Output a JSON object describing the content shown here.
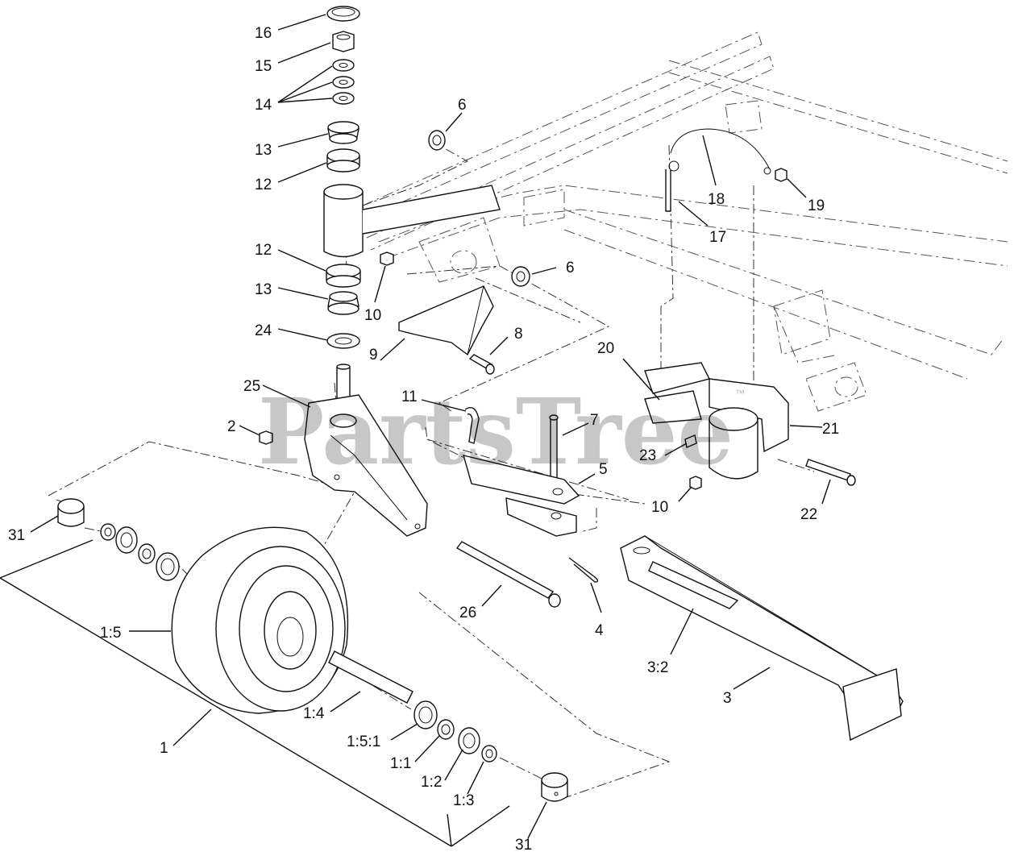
{
  "watermark": {
    "text": "PartsTree",
    "trademark": "™"
  },
  "callouts": [
    "16",
    "15",
    "14",
    "13",
    "12",
    "12",
    "13",
    "24",
    "25",
    "2",
    "31",
    "1:5",
    "1:4",
    "1:5:1",
    "1:1",
    "1:2",
    "1:3",
    "31",
    "1",
    "6",
    "6",
    "10",
    "9",
    "8",
    "11",
    "7",
    "5",
    "26",
    "4",
    "3:2",
    "3",
    "18",
    "17",
    "19",
    "20",
    "21",
    "23",
    "22",
    "10"
  ]
}
